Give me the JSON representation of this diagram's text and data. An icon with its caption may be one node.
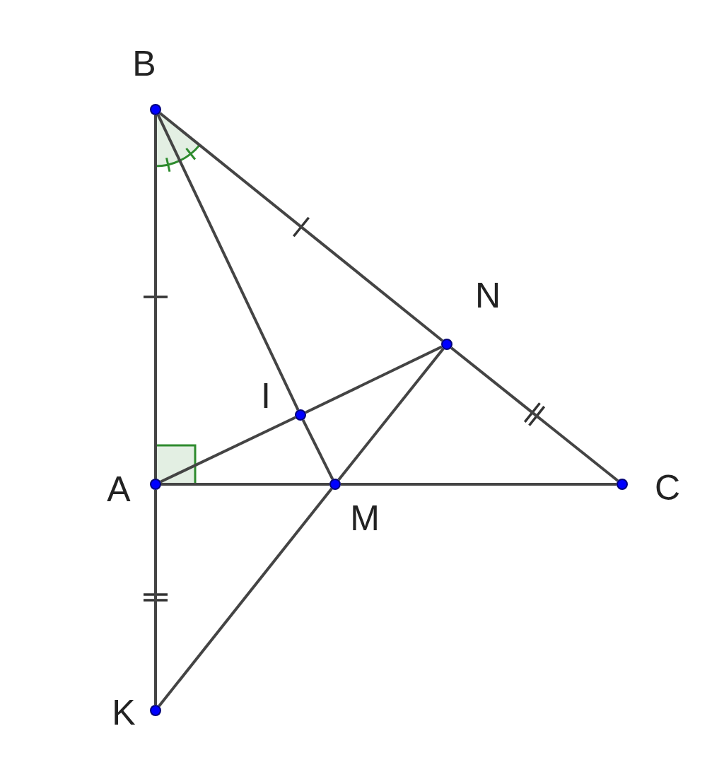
{
  "diagram": {
    "nodes": [
      {
        "text": [],
        "shape": "circle",
        "beside": [
          "B"
        ]
      },
      {
        "text": [],
        "shape": "circle",
        "beside": [
          "N"
        ]
      },
      {
        "text": [],
        "shape": "circle",
        "beside": [
          "I"
        ]
      },
      {
        "text": [],
        "shape": "circle",
        "beside": [
          "A"
        ]
      },
      {
        "text": [],
        "shape": "circle",
        "beside": [
          "M"
        ]
      },
      {
        "text": [],
        "shape": "circle",
        "beside": [
          "C"
        ]
      },
      {
        "text": [],
        "shape": "circle",
        "beside": [
          "K"
        ]
      }
    ],
    "edges": [
      {
        "from": 0,
        "to": 3,
        "arrow": "none"
      },
      {
        "from": 3,
        "to": 6,
        "arrow": "none"
      },
      {
        "from": 0,
        "to": 1,
        "arrow": "none"
      },
      {
        "from": 1,
        "to": 5,
        "arrow": "none"
      },
      {
        "from": 3,
        "to": 4,
        "arrow": "none"
      },
      {
        "from": 4,
        "to": 5,
        "arrow": "none"
      },
      {
        "from": 0,
        "to": 2,
        "arrow": "none"
      },
      {
        "from": 2,
        "to": 4,
        "arrow": "none"
      },
      {
        "from": 3,
        "to": 2,
        "arrow": "none"
      },
      {
        "from": 2,
        "to": 1,
        "arrow": "none"
      },
      {
        "from": 6,
        "to": 4,
        "arrow": "none"
      },
      {
        "from": 4,
        "to": 1,
        "arrow": "none"
      }
    ]
  }
}
